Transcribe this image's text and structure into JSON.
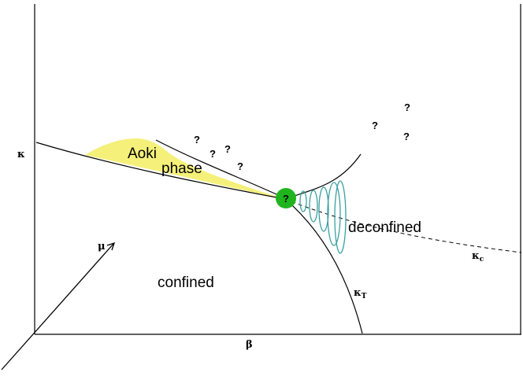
{
  "axes": {
    "kappa": "κ",
    "mu": "μ",
    "beta": "β"
  },
  "regions": {
    "aoki_line1": "Aoki",
    "aoki_line2": "phase",
    "confined": "confined",
    "deconfined": "deconfined"
  },
  "curves": {
    "kappa_c_symbol": "κ",
    "kappa_c_sub": "c",
    "kappa_t_symbol": "κ",
    "kappa_t_sub": "T"
  },
  "marks": {
    "critical_point": "?",
    "question": "?"
  },
  "colors": {
    "aoki_fill": "#f5f07a",
    "critical_point": "#1fb51f",
    "vortex": "#3aa0a0",
    "lines": "#000000"
  }
}
